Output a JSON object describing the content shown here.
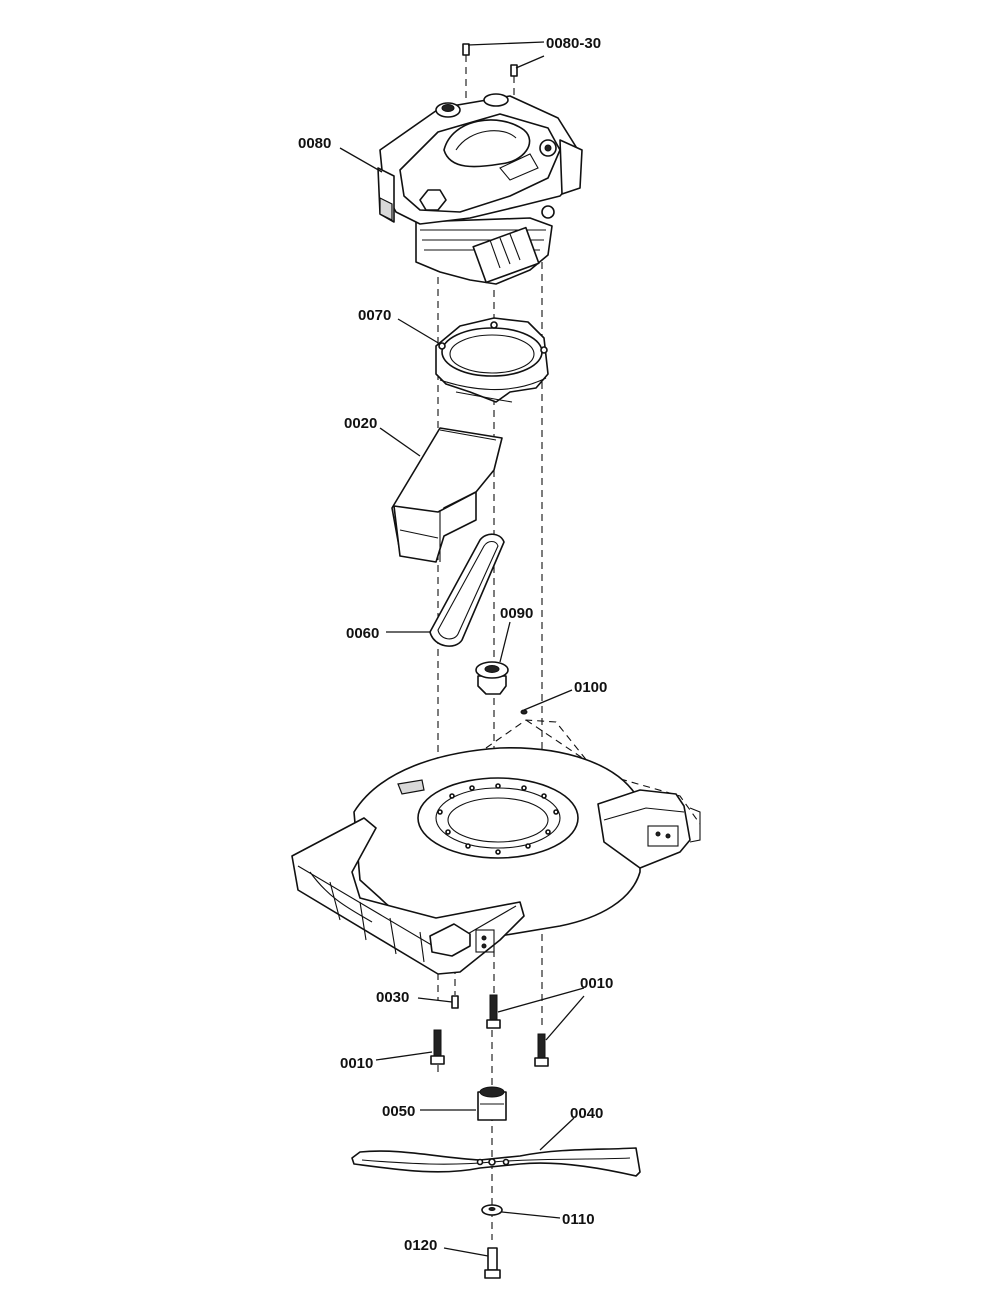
{
  "callouts": [
    {
      "id": "0080-30",
      "part": "engine-mount-bolts"
    },
    {
      "id": "0080",
      "part": "engine"
    },
    {
      "id": "0070",
      "part": "engine-adapter-ring"
    },
    {
      "id": "0020",
      "part": "discharge-chute"
    },
    {
      "id": "0060",
      "part": "gasket"
    },
    {
      "id": "0090",
      "part": "bushing"
    },
    {
      "id": "0100",
      "part": "small-pin"
    },
    {
      "id": "0030",
      "part": "short-screw"
    },
    {
      "id": "0010",
      "part": "deck-bolts"
    },
    {
      "id": "0050",
      "part": "blade-adapter"
    },
    {
      "id": "0040",
      "part": "blade"
    },
    {
      "id": "0110",
      "part": "washer"
    },
    {
      "id": "0120",
      "part": "blade-bolt"
    }
  ]
}
